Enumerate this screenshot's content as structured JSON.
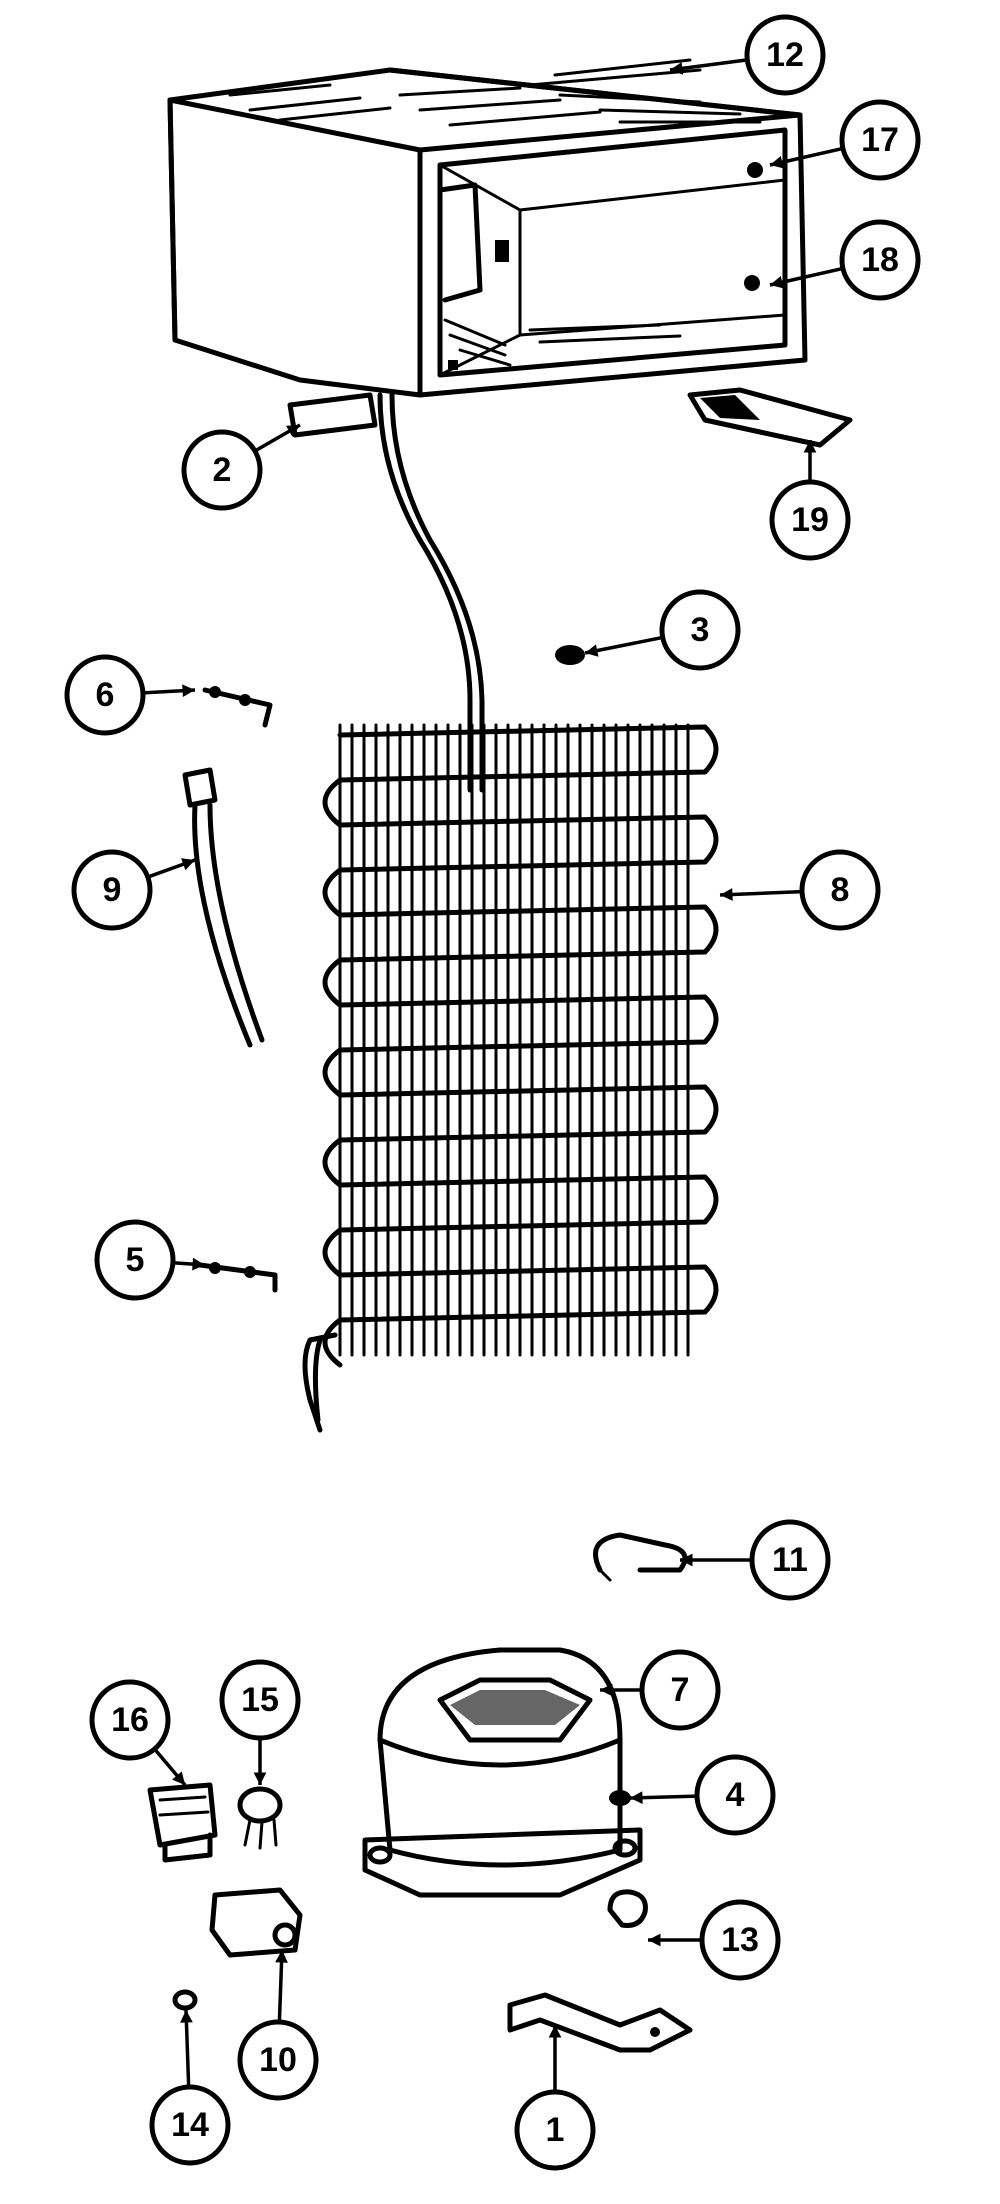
{
  "callouts": [
    {
      "id": "callout-12",
      "label": "12"
    },
    {
      "id": "callout-17",
      "label": "17"
    },
    {
      "id": "callout-18",
      "label": "18"
    },
    {
      "id": "callout-2",
      "label": "2"
    },
    {
      "id": "callout-19",
      "label": "19"
    },
    {
      "id": "callout-3",
      "label": "3"
    },
    {
      "id": "callout-6",
      "label": "6"
    },
    {
      "id": "callout-8",
      "label": "8"
    },
    {
      "id": "callout-9",
      "label": "9"
    },
    {
      "id": "callout-5",
      "label": "5"
    },
    {
      "id": "callout-11",
      "label": "11"
    },
    {
      "id": "callout-7",
      "label": "7"
    },
    {
      "id": "callout-16",
      "label": "16"
    },
    {
      "id": "callout-15",
      "label": "15"
    },
    {
      "id": "callout-4",
      "label": "4"
    },
    {
      "id": "callout-13",
      "label": "13"
    },
    {
      "id": "callout-10",
      "label": "10"
    },
    {
      "id": "callout-14",
      "label": "14"
    },
    {
      "id": "callout-1",
      "label": "1"
    }
  ],
  "colors": {
    "ink": "#000000",
    "paper": "#ffffff"
  }
}
